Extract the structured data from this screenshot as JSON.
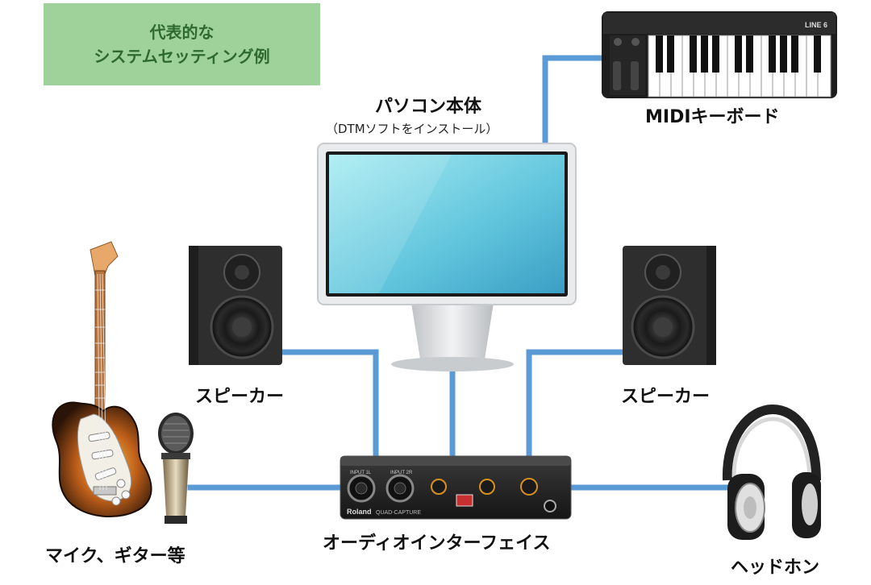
{
  "title": {
    "line1": "代表的な",
    "line2": "システムセッティング例"
  },
  "labels": {
    "pc": "パソコン本体",
    "pc_sub": "（DTMソフトをインストール）",
    "midi": "MIDIキーボード",
    "speaker_left": "スピーカー",
    "speaker_right": "スピーカー",
    "audio_interface": "オーディオインターフェイス",
    "mic_guitar": "マイク、ギター等",
    "headphones": "ヘッドホン"
  },
  "interface_text": {
    "brand": "Roland",
    "model": "QUAD-CAPTURE",
    "input1": "INPUT 1L",
    "input2": "INPUT 2R"
  },
  "keyboard_brand": "LINE 6",
  "colors": {
    "wire": "#5b9bd5",
    "wire_edge": "#3d78b0",
    "title_bg": "#9fd29a",
    "title_text": "#2e6a2f"
  }
}
